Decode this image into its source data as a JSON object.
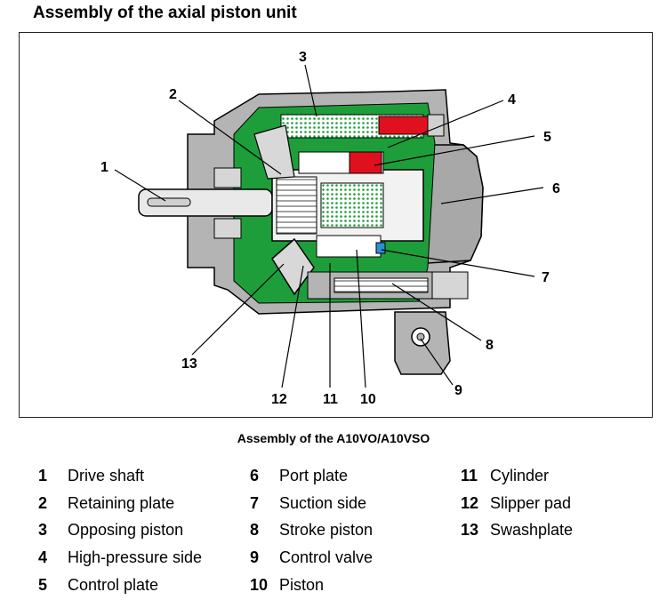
{
  "title": "Assembly of the axial piston unit",
  "caption": "Assembly of the A10VO/A10VSO",
  "colors": {
    "housing": "#b4b4b4",
    "housing_dark": "#8a8a8a",
    "fluid_green": "#1e9e3a",
    "high_pressure_red": "#e0101e",
    "suction_blue": "#2a8fd6",
    "outline": "#000000"
  },
  "callouts": [
    "1",
    "2",
    "3",
    "4",
    "5",
    "6",
    "7",
    "8",
    "9",
    "10",
    "11",
    "12",
    "13"
  ],
  "legend": [
    {
      "num": "1",
      "label": "Drive shaft"
    },
    {
      "num": "2",
      "label": "Retaining plate"
    },
    {
      "num": "3",
      "label": "Opposing piston"
    },
    {
      "num": "4",
      "label": "High-pressure side"
    },
    {
      "num": "5",
      "label": "Control plate"
    },
    {
      "num": "6",
      "label": "Port plate"
    },
    {
      "num": "7",
      "label": "Suction side"
    },
    {
      "num": "8",
      "label": "Stroke piston"
    },
    {
      "num": "9",
      "label": "Control valve"
    },
    {
      "num": "10",
      "label": "Piston"
    },
    {
      "num": "11",
      "label": "Cylinder"
    },
    {
      "num": "12",
      "label": "Slipper pad"
    },
    {
      "num": "13",
      "label": "Swashplate"
    }
  ]
}
